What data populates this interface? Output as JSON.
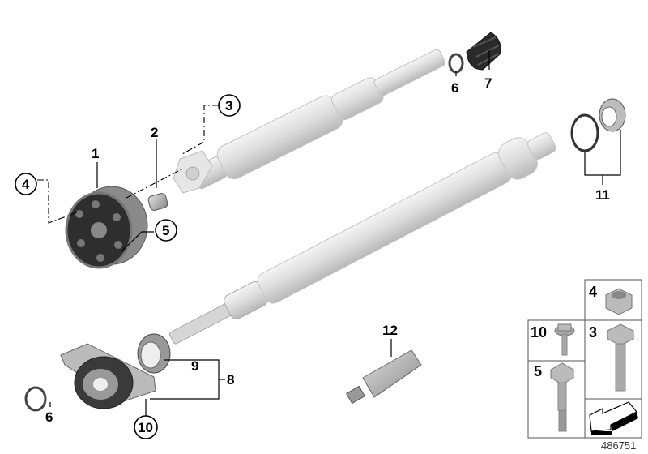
{
  "diagram": {
    "reference_number": "486751",
    "callouts": [
      {
        "id": "c1",
        "label": "1",
        "circled": false
      },
      {
        "id": "c2",
        "label": "2",
        "circled": false
      },
      {
        "id": "c3",
        "label": "3",
        "circled": true
      },
      {
        "id": "c4",
        "label": "4",
        "circled": true
      },
      {
        "id": "c5",
        "label": "5",
        "circled": true
      },
      {
        "id": "c6a",
        "label": "6",
        "circled": false
      },
      {
        "id": "c7",
        "label": "7",
        "circled": false
      },
      {
        "id": "c11",
        "label": "11",
        "circled": false
      },
      {
        "id": "c12",
        "label": "12",
        "circled": false
      },
      {
        "id": "c9",
        "label": "9",
        "circled": false
      },
      {
        "id": "c8",
        "label": "8",
        "circled": false
      },
      {
        "id": "c6b",
        "label": "6",
        "circled": false
      },
      {
        "id": "c10",
        "label": "10",
        "circled": true
      }
    ],
    "inset": [
      {
        "label": "4",
        "part": "hex-lock-nut"
      },
      {
        "label": "10",
        "part": "flange-bolt"
      },
      {
        "label": "3",
        "part": "hex-bolt"
      },
      {
        "label": "5",
        "part": "hex-bolt-stepped"
      },
      {
        "label": "",
        "part": "direction-arrow"
      }
    ],
    "colors": {
      "part_fill": "#c8c8c8",
      "part_dark": "#3a3a3a",
      "shaft_light": "#e8e8e8"
    }
  }
}
